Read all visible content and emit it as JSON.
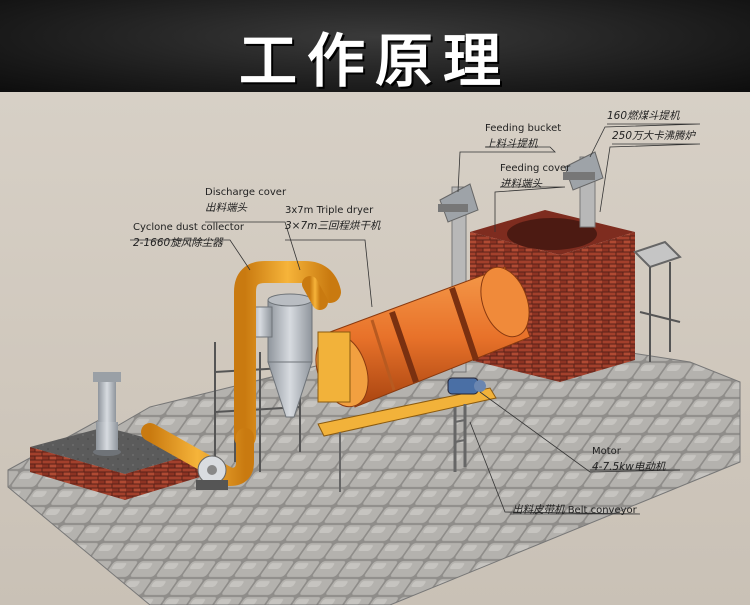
{
  "title": "工作原理",
  "labels": {
    "discharge_cover_en": "Discharge cover",
    "discharge_cover_cn": "出料端头",
    "dryer_en": "3x7m Triple dryer",
    "dryer_cn": "3×7m三回程烘干机",
    "cyclone_en": "Cyclone dust collector",
    "cyclone_cn": "2-1660旋风除尘器",
    "feeding_bucket_en": "Feeding bucket",
    "feeding_bucket_cn": "上料斗提机",
    "feeding_cover_en": "Feeding cover",
    "feeding_cover_cn": "进料端头",
    "coal_bucket_cn": "160燃煤斗提机",
    "furnace_cn": "250万大卡沸腾炉",
    "motor_en": "Motor",
    "motor_cn": "4-7.5kw电动机",
    "belt_cn": "出料皮带机",
    "belt_en": "Belt conveyor"
  },
  "colors": {
    "dryer": "#e8722a",
    "pipe": "#f0a020",
    "brick": "#9b3b2a",
    "floor": "#a9a7a3"
  }
}
